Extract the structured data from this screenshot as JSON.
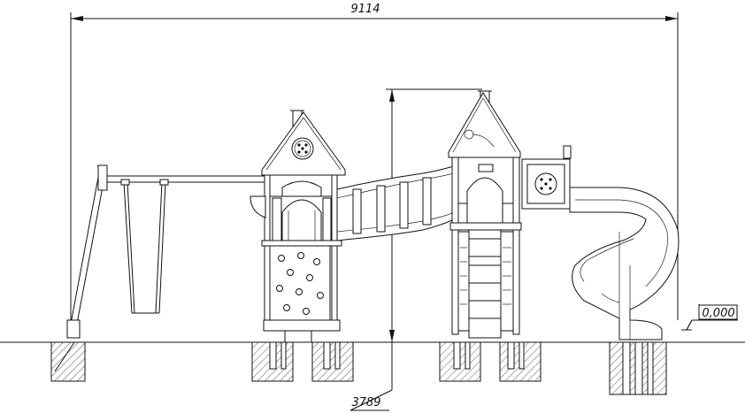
{
  "drawing": {
    "overall_width_label": "9114",
    "height_label": "3789",
    "level_mark_label": "0,000"
  }
}
